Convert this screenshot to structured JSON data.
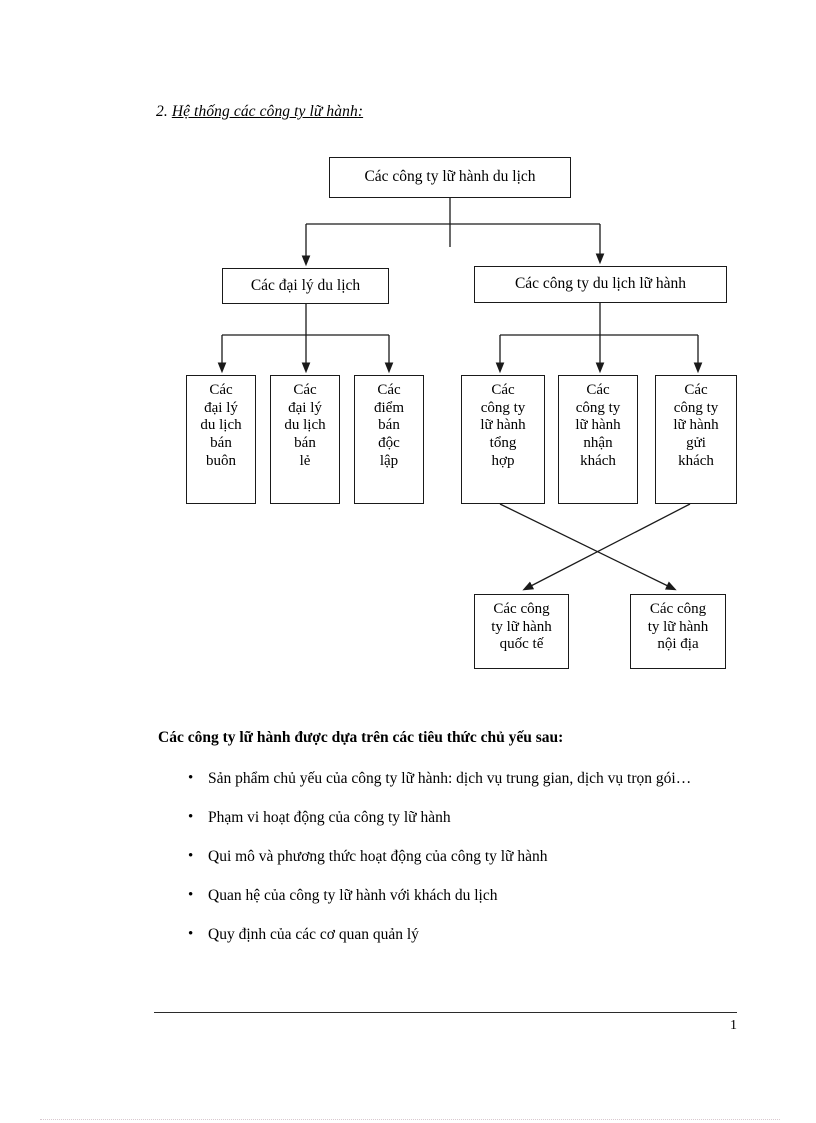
{
  "document": {
    "heading": {
      "number": "2. ",
      "title": "Hệ thống các công ty lữ hành:"
    },
    "body_heading": "Các công ty lữ hành được dựa trên các tiêu thức chủ yếu sau:",
    "bullets": [
      "Sản phẩm chủ yếu của công ty lữ hành: dịch vụ trung gian, dịch vụ trọn gói…",
      "Phạm vi hoạt động của công ty lữ hành",
      "Qui mô và phương thức hoạt động của công ty lữ hành",
      "Quan hệ của công ty lữ hành với khách du lịch",
      "Quy định của các cơ quan quản lý"
    ],
    "bullet_marker": "•",
    "footer": {
      "page_number": "1"
    }
  },
  "chart_data": {
    "type": "diagram",
    "title": "Hệ thống các công ty lữ hành",
    "orientation": "top-down-tree",
    "nodes": [
      {
        "id": "root",
        "label": "Các công ty lữ hành du lịch",
        "level": 0
      },
      {
        "id": "agents",
        "label": "Các đại lý du lịch",
        "level": 1
      },
      {
        "id": "tour-cos",
        "label": "Các công ty du lịch lữ hành",
        "level": 1
      },
      {
        "id": "wholesale",
        "label": "Các đại lý du lịch bán buôn",
        "level": 2
      },
      {
        "id": "retail",
        "label": "Các đại lý du lịch bán lẻ",
        "level": 2
      },
      {
        "id": "independent",
        "label": "Các điểm bán độc lập",
        "level": 2
      },
      {
        "id": "general",
        "label": "Các công ty lữ hành tổng hợp",
        "level": 2
      },
      {
        "id": "receiving",
        "label": "Các công ty lữ hành nhận khách",
        "level": 2
      },
      {
        "id": "sending",
        "label": "Các công ty lữ hành gửi khách",
        "level": 2
      },
      {
        "id": "international",
        "label": "Các công ty lữ hành quốc tế",
        "level": 3
      },
      {
        "id": "domestic",
        "label": "Các công ty lữ hành nội địa",
        "level": 3
      }
    ],
    "edges": [
      {
        "from": "root",
        "to": "agents"
      },
      {
        "from": "root",
        "to": "tour-cos"
      },
      {
        "from": "agents",
        "to": "wholesale"
      },
      {
        "from": "agents",
        "to": "retail"
      },
      {
        "from": "agents",
        "to": "independent"
      },
      {
        "from": "tour-cos",
        "to": "general"
      },
      {
        "from": "tour-cos",
        "to": "receiving"
      },
      {
        "from": "tour-cos",
        "to": "sending"
      },
      {
        "from": "general",
        "to": "domestic"
      },
      {
        "from": "sending",
        "to": "international"
      }
    ]
  },
  "diagram_labels": {
    "root": "Các công ty lữ hành du lịch",
    "l2_left": "Các đại lý du lịch",
    "l2_right": "Các công ty du lịch lữ hành",
    "leaf1": {
      "l1": "Các",
      "l2": "đại lý",
      "l3": "du lịch",
      "l4": "bán",
      "l5": "buôn"
    },
    "leaf2": {
      "l1": "Các",
      "l2": "đại lý",
      "l3": "du lịch",
      "l4": "bán",
      "l5": "lẻ"
    },
    "leaf3": {
      "l1": "Các",
      "l2": "điểm",
      "l3": "bán",
      "l4": "độc",
      "l5": "lập"
    },
    "leaf4": {
      "l1": "Các",
      "l2": "công ty",
      "l3": "lữ hành",
      "l4": "tổng",
      "l5": "hợp"
    },
    "leaf5": {
      "l1": "Các",
      "l2": "công ty",
      "l3": "lữ hành",
      "l4": "nhận",
      "l5": "khách"
    },
    "leaf6": {
      "l1": "Các",
      "l2": "công ty",
      "l3": "lữ hành",
      "l4": "gửi",
      "l5": "khách"
    },
    "bottom_left": {
      "l1": "Các công",
      "l2": "ty lữ hành",
      "l3": "quốc tế"
    },
    "bottom_right": {
      "l1": "Các công",
      "l2": "ty lữ hành",
      "l3": "nội địa"
    }
  },
  "colors": {
    "ink": "#000000",
    "box_border": "#1a1a1a",
    "connector": "#1a1a1a",
    "page_background": "#ffffff"
  }
}
